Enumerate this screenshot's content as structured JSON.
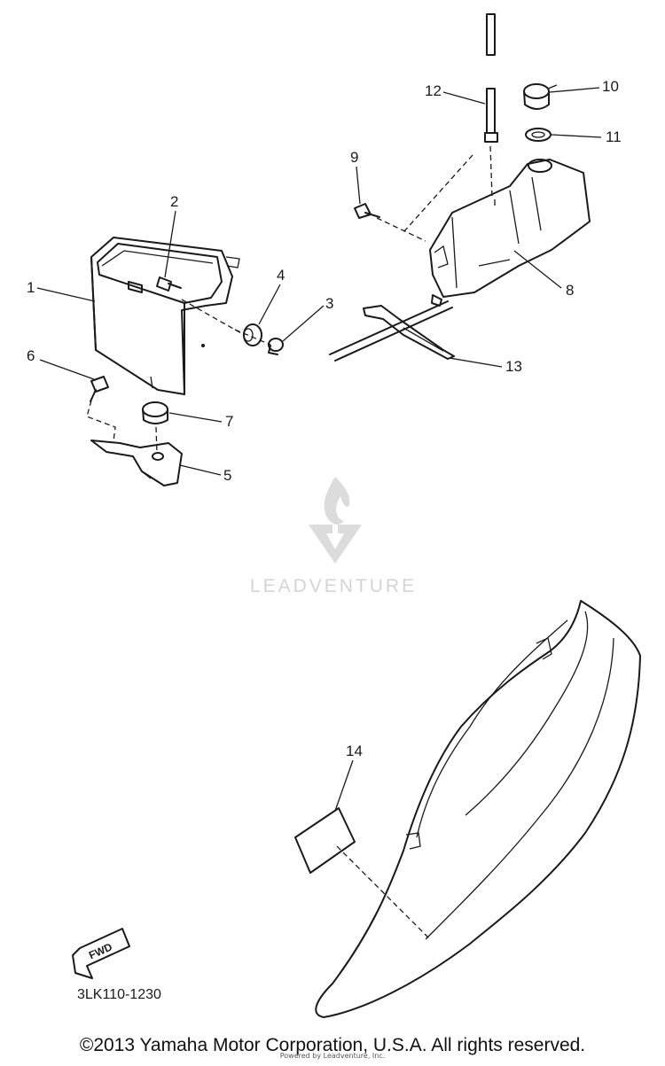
{
  "callouts": [
    "1",
    "2",
    "3",
    "4",
    "5",
    "6",
    "7",
    "8",
    "9",
    "10",
    "11",
    "12",
    "13",
    "14"
  ],
  "watermark": {
    "brand": "LEADVENTURE"
  },
  "direction_arrow": {
    "label": "FWD"
  },
  "diagram_code": "3LK110-1230",
  "footer": {
    "copyright": "©2013 Yamaha Motor Corporation, U.S.A. All rights reserved.",
    "overlay": "Powered by Leadventure, Inc."
  },
  "colors": {
    "line": "#1a1a1a",
    "watermark": "#d4d4d4",
    "background": "#ffffff"
  }
}
